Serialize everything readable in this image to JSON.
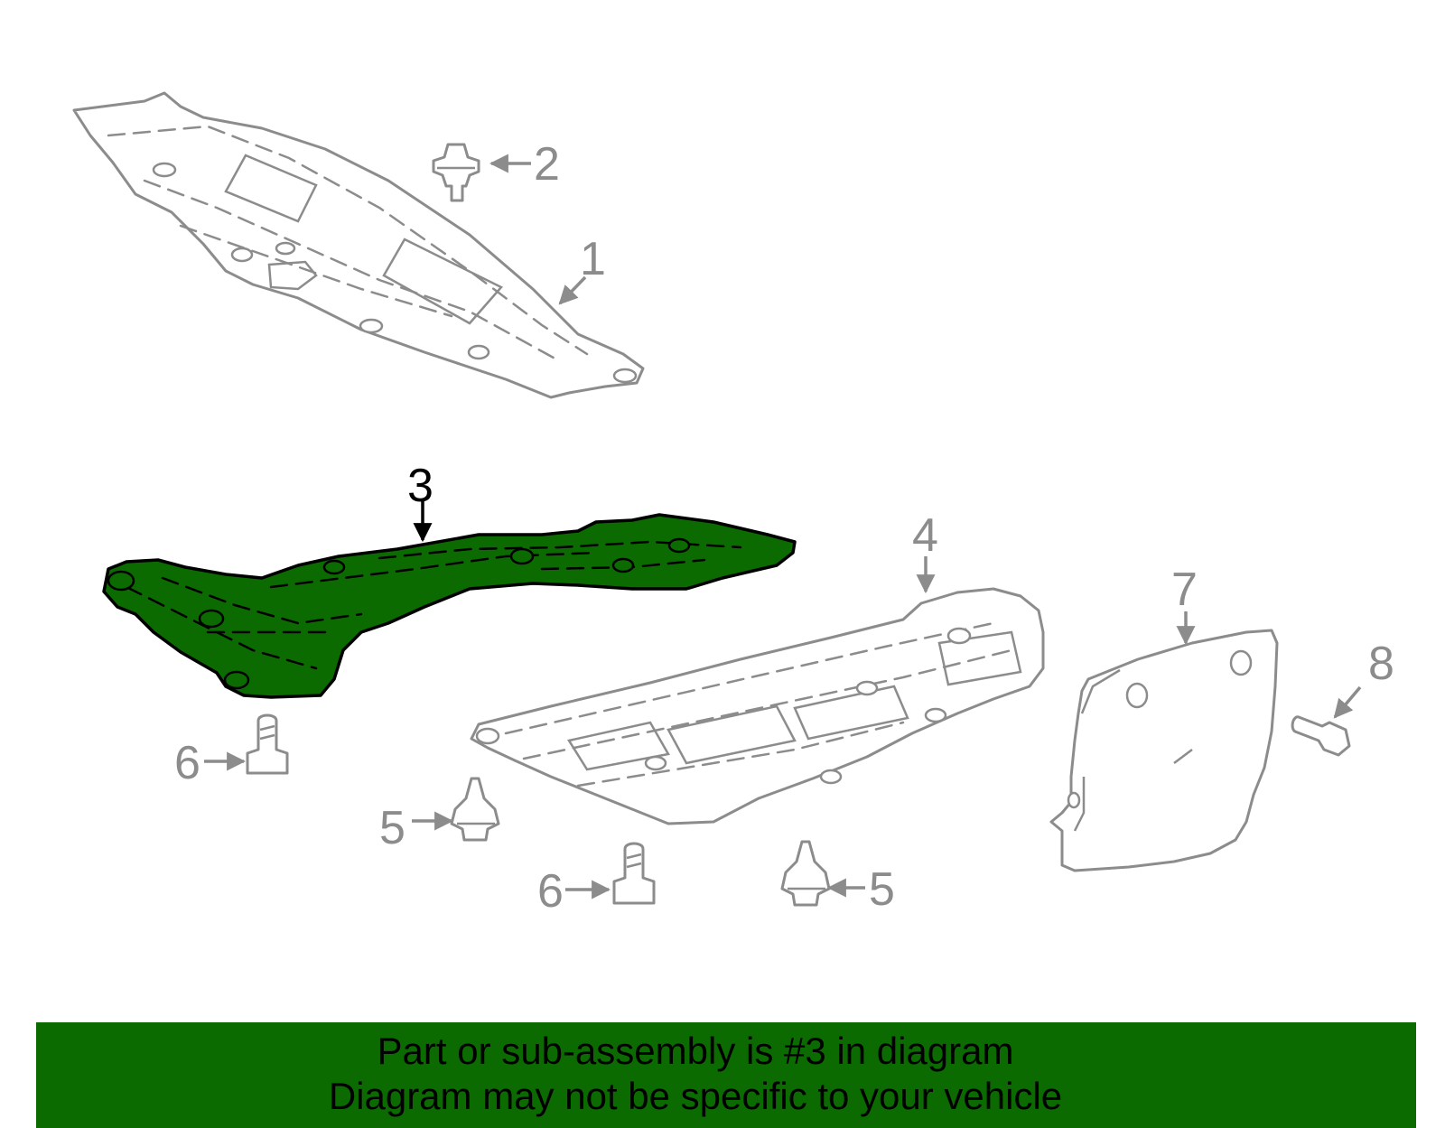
{
  "diagram": {
    "highlighted_part": "3",
    "highlight_color": "#0c6b00",
    "line_color": "#8c8c8c",
    "callouts": {
      "c1": "1",
      "c2": "2",
      "c3": "3",
      "c4": "4",
      "c5a": "5",
      "c5b": "5",
      "c6a": "6",
      "c6b": "6",
      "c7": "7",
      "c8": "8"
    }
  },
  "banner": {
    "line1": "Part or sub-assembly is #3 in diagram",
    "line2": "Diagram may not be specific to your vehicle",
    "color": "#0c6b00"
  }
}
